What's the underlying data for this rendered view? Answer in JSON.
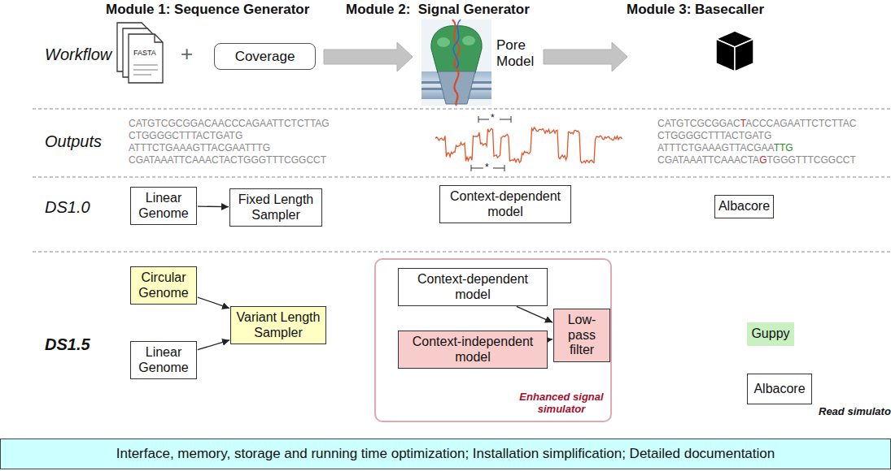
{
  "diagram": {
    "nodes": [
      {
        "text": [
          "Coverage"
        ]
      },
      {
        "text": [
          "Linear Genome"
        ]
      },
      {
        "text": [
          "Fixed Length Sampler"
        ]
      },
      {
        "text": [
          "Context-dependent model"
        ]
      },
      {
        "text": [
          "Albacore"
        ]
      },
      {
        "text": [
          "Circular Genome"
        ]
      },
      {
        "text": [
          "Variant Length Sampler"
        ]
      },
      {
        "text": [
          "Enhanced signal simulator"
        ]
      },
      {
        "text": [
          "Context-dependent model"
        ],
        "in": 7
      },
      {
        "text": [
          "Context-independent model"
        ],
        "in": 7
      },
      {
        "text": [
          "Low-pass filter"
        ],
        "in": 7
      },
      {
        "text": [
          "Guppy"
        ]
      },
      {
        "text": [
          "Linear Genome"
        ]
      },
      {
        "text": [
          "Albacore"
        ]
      },
      {
        "text": [
          "Interface, memory, storage and running time optimization; Installation simplification; Detailed documentation"
        ]
      }
    ],
    "edges": [
      {
        "from": 1,
        "to": 2,
        "arrow": "to"
      },
      {
        "from": 5,
        "to": 6,
        "arrow": "to"
      },
      {
        "from": 12,
        "to": 6,
        "arrow": "to"
      },
      {
        "from": 8,
        "to": 10,
        "arrow": "to"
      },
      {
        "from": 9,
        "to": 10,
        "arrow": "to"
      }
    ],
    "labels": [
      "Module 1: Sequence Generator",
      "Module 2:  Signal Generator",
      "Module 3: Basecaller",
      "Workflow",
      "Outputs",
      "DS1.0",
      "DS1.5",
      "FASTA",
      "+",
      "Pore Model",
      "CATGTCGCGGACAACCCAGAATTCTCTTAG",
      "CTGGGGCTTTACTGATG",
      "ATTTCTGAAAGTTACGAATTTG",
      "CGATAAATTCAAACTACTGGGTTTCGGCCT",
      "*",
      "*",
      "CATGTCGCGGACTACCCAGAATTCTCTTAC",
      "CTGGGGCTTTACTGATG",
      "ATTTCTGAAAGTTACGAATTG",
      "CGATAAATTCAAACTAGTGGGTTTCGGCCT",
      "Read simulato"
    ]
  }
}
